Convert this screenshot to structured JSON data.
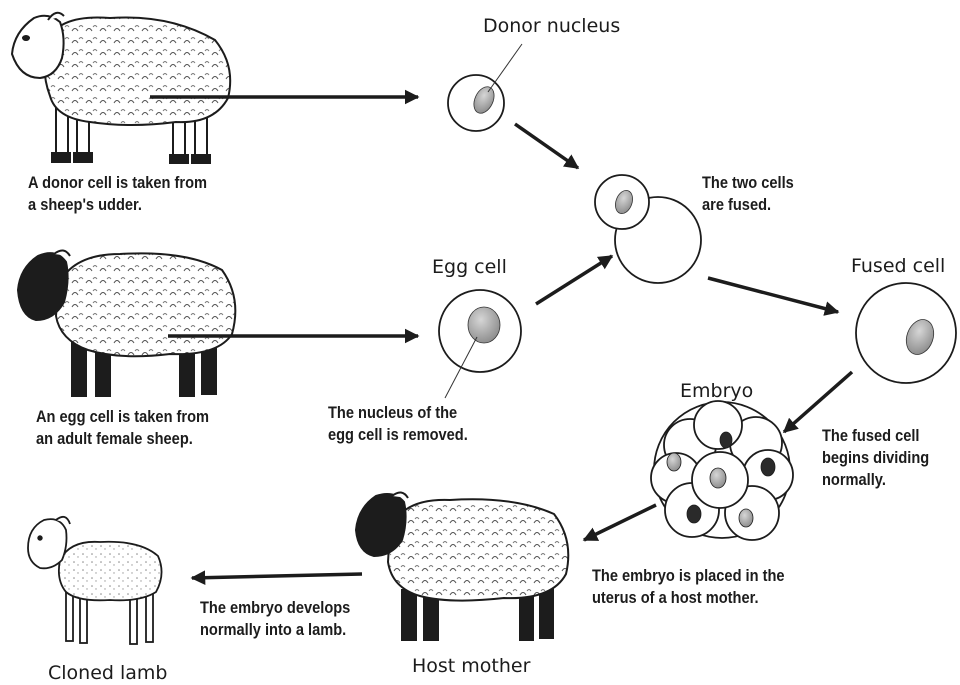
{
  "labels": {
    "donor_nucleus": "Donor nucleus",
    "egg_cell": "Egg cell",
    "fused_cell": "Fused cell",
    "embryo": "Embryo",
    "host_mother": "Host mother",
    "cloned_lamb": "Cloned lamb"
  },
  "captions": {
    "donor_cell": [
      "A donor cell is taken from",
      "a sheep's udder."
    ],
    "egg_taken": [
      "An egg cell is taken from",
      "an adult female sheep."
    ],
    "nucleus_removed": [
      "The nucleus of the",
      "egg cell is removed."
    ],
    "cells_fused": [
      "The two cells",
      "are fused."
    ],
    "fused_dividing": [
      "The fused cell",
      "begins dividing",
      "normally."
    ],
    "embryo_placed": [
      "The embryo is placed in the",
      "uterus of a host mother."
    ],
    "embryo_develops": [
      "The embryo develops",
      "normally into a lamb."
    ]
  },
  "colors": {
    "ink": "#1c1c1c",
    "nucleus_fill": "#9a9a9a",
    "cell_fill": "#ffffff"
  }
}
